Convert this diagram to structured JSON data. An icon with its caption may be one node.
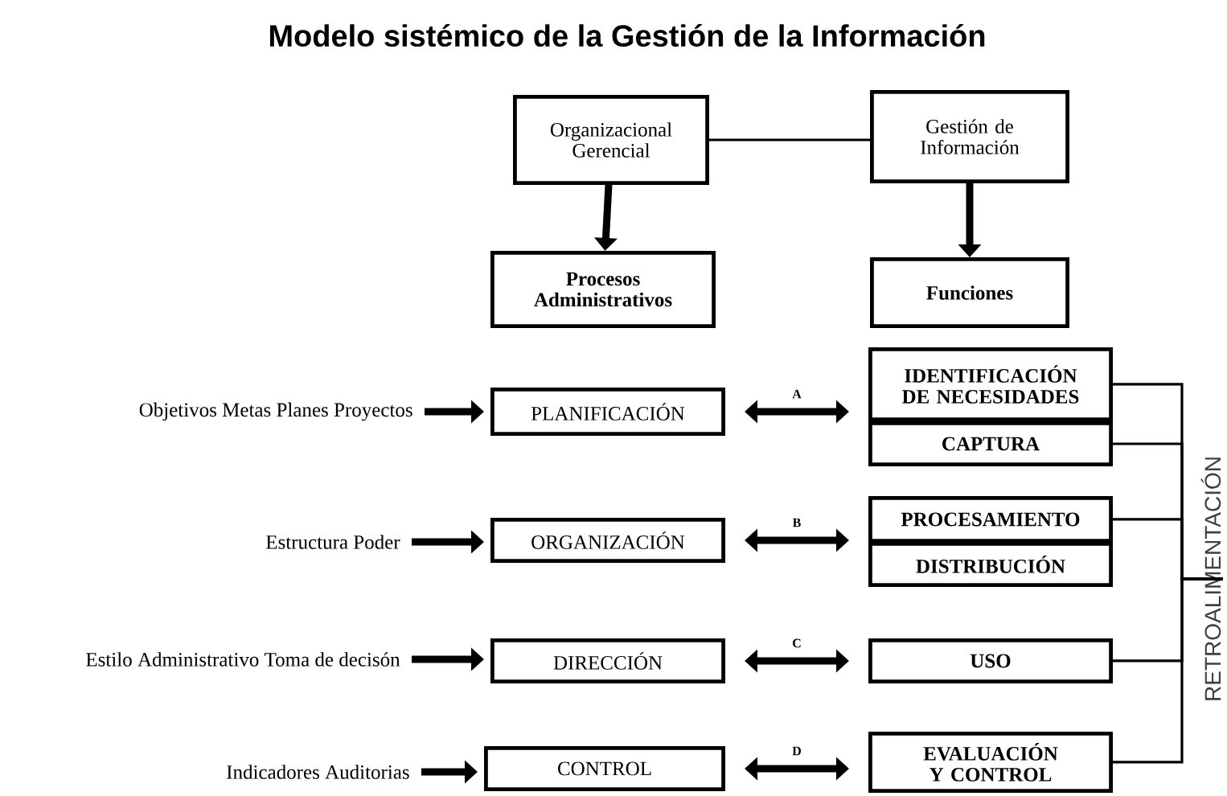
{
  "diagram": {
    "title": "Modelo sistémico de la Gestión de la Información",
    "nodes": [
      {
        "text": [
          "Organizacional Gerencial"
        ]
      },
      {
        "text": [
          "Gestión de Información"
        ]
      },
      {
        "text": [
          "Procesos Administrativos"
        ]
      },
      {
        "text": [
          "Funciones"
        ]
      },
      {
        "text": [
          "Objetivos Metas   Planes   Proyectos"
        ]
      },
      {
        "text": [
          "PLANIFICACIÓN"
        ]
      },
      {
        "text": [
          "Estructura     Poder"
        ]
      },
      {
        "text": [
          "ORGANIZACIÓN"
        ]
      },
      {
        "text": [
          "Estilo Administrativo   Toma de decisón"
        ]
      },
      {
        "text": [
          "DIRECCIÓN"
        ]
      },
      {
        "text": [
          "Indicadores   Auditorias"
        ]
      },
      {
        "text": [
          "CONTROL"
        ]
      },
      {
        "text": [
          "IDENTIFICACIÓN DE NECESIDADES"
        ]
      },
      {
        "text": [
          "CAPTURA"
        ]
      },
      {
        "text": [
          "PROCESAMIENTO"
        ]
      },
      {
        "text": [
          "DISTRIBUCIÓN"
        ]
      },
      {
        "text": [
          "USO"
        ]
      },
      {
        "text": [
          "EVALUACIÓN Y CONTROL"
        ]
      },
      {
        "text": [
          "RETROALIMENTACIÓN"
        ]
      }
    ],
    "edges": [
      {
        "from": 0,
        "to": 1,
        "arrow": "none"
      },
      {
        "from": 0,
        "to": 2,
        "arrow": "to"
      },
      {
        "from": 1,
        "to": 3,
        "arrow": "to"
      },
      {
        "from": 4,
        "to": 5,
        "arrow": "to"
      },
      {
        "from": 6,
        "to": 7,
        "arrow": "to"
      },
      {
        "from": 8,
        "to": 9,
        "arrow": "to"
      },
      {
        "from": 10,
        "to": 11,
        "arrow": "to"
      },
      {
        "from": 5,
        "to": 12,
        "arrow": "both",
        "label": "A"
      },
      {
        "from": 7,
        "to": 14,
        "arrow": "both",
        "label": "B"
      },
      {
        "from": 9,
        "to": 16,
        "arrow": "both",
        "label": "C"
      },
      {
        "from": 11,
        "to": 17,
        "arrow": "both",
        "label": "D"
      },
      {
        "from": 12,
        "to": 18,
        "arrow": "none"
      },
      {
        "from": 13,
        "to": 18,
        "arrow": "none"
      },
      {
        "from": 14,
        "to": 18,
        "arrow": "none"
      },
      {
        "from": 16,
        "to": 18,
        "arrow": "none"
      },
      {
        "from": 17,
        "to": 18,
        "arrow": "none"
      }
    ]
  }
}
